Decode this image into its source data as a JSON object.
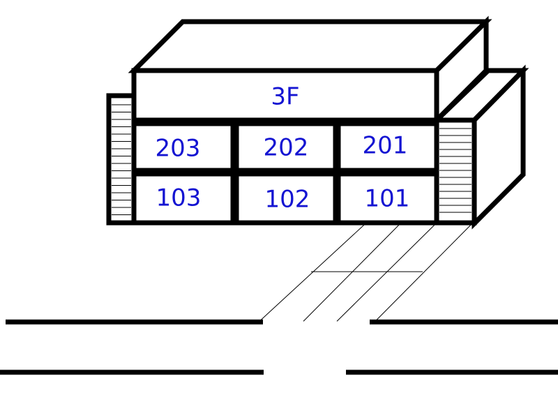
{
  "floor3": {
    "label": "3F"
  },
  "rooms": {
    "r203": "203",
    "r202": "202",
    "r201": "201",
    "r103": "103",
    "r102": "102",
    "r101": "101"
  },
  "colors": {
    "outline": "#000000",
    "label": "#1414d2",
    "background": "#ffffff"
  }
}
